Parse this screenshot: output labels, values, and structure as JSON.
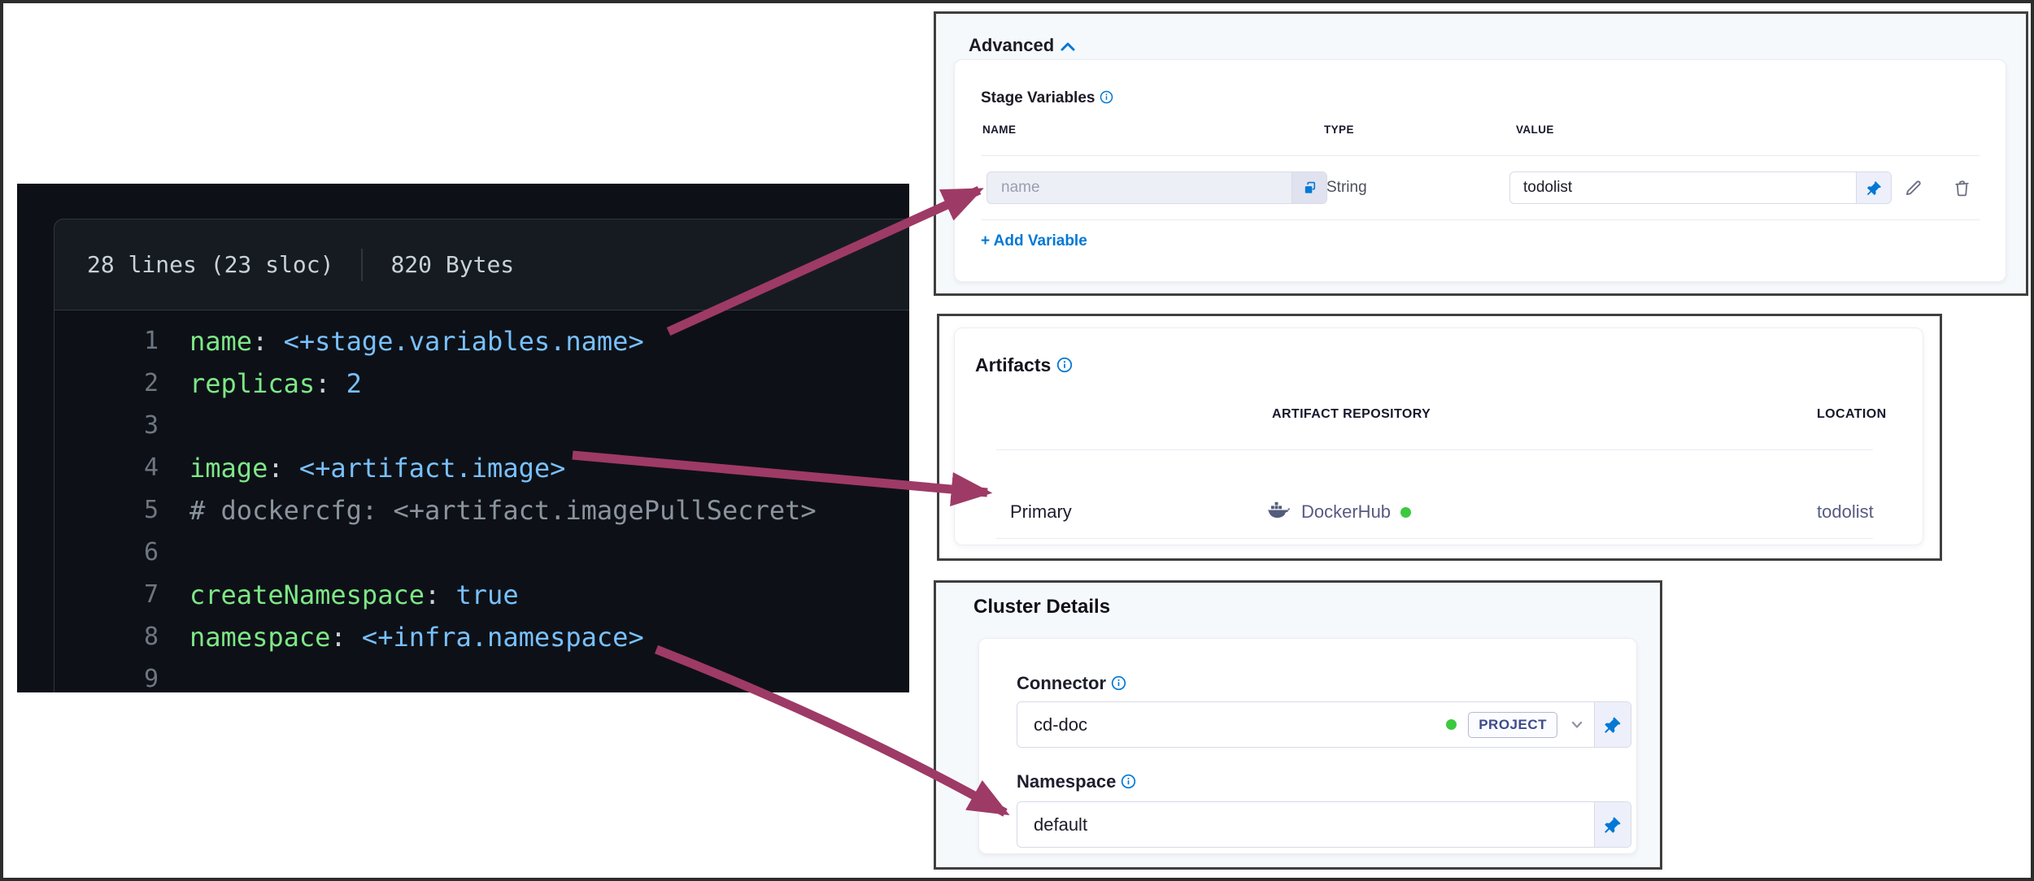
{
  "code": {
    "header": {
      "lines": "28 lines (23 sloc)",
      "bytes": "820 Bytes"
    },
    "l1": {
      "num": "1",
      "key": "name",
      "sep": ": ",
      "val": "<+stage.variables.name>"
    },
    "l2": {
      "num": "2",
      "key": "replicas",
      "sep": ": ",
      "val": "2"
    },
    "l3": {
      "num": "3"
    },
    "l4": {
      "num": "4",
      "key": "image",
      "sep": ": ",
      "val": "<+artifact.image>"
    },
    "l5": {
      "num": "5",
      "comment": "# dockercfg: <+artifact.imagePullSecret>"
    },
    "l6": {
      "num": "6"
    },
    "l7": {
      "num": "7",
      "key": "createNamespace",
      "sep": ": ",
      "val": "true"
    },
    "l8": {
      "num": "8",
      "key": "namespace",
      "sep": ": ",
      "val": "<+infra.namespace>"
    },
    "l9": {
      "num": "9"
    }
  },
  "advanced": {
    "title": "Advanced",
    "section_title": "Stage Variables",
    "columns": {
      "name": "NAME",
      "type": "TYPE",
      "value": "VALUE"
    },
    "row": {
      "name_value": "name",
      "type": "String",
      "value": "todolist"
    },
    "add_label": "+ Add Variable"
  },
  "artifacts": {
    "title": "Artifacts",
    "columns": {
      "repo": "ARTIFACT REPOSITORY",
      "location": "LOCATION"
    },
    "row": {
      "label": "Primary",
      "repo": "DockerHub",
      "location": "todolist"
    }
  },
  "cluster": {
    "title": "Cluster Details",
    "connector_label": "Connector",
    "connector_value": "cd-doc",
    "connector_scope": "PROJECT",
    "namespace_label": "Namespace",
    "namespace_value": "default"
  },
  "colors": {
    "accent_blue": "#0278d5",
    "arrow": "#9e3a66",
    "status_green": "#3bc93f",
    "slate_text": "#565b82",
    "code_bg": "#0d1117",
    "code_key": "#7ee787",
    "code_value": "#79c0ff",
    "code_comment": "#8b949e"
  }
}
